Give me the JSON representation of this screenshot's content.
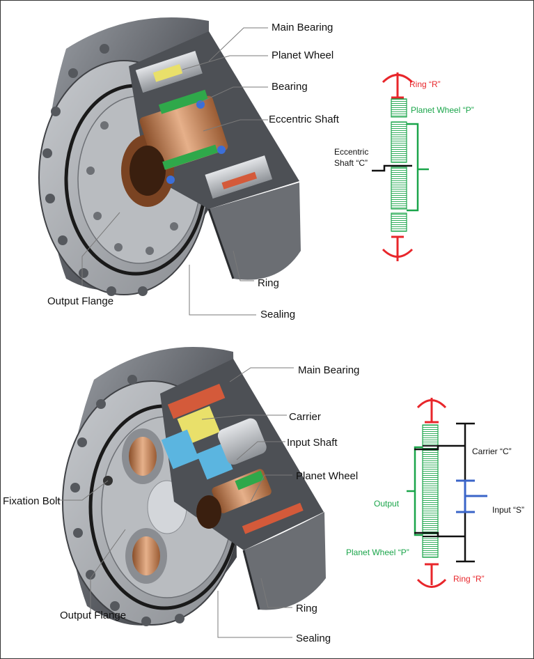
{
  "figure_top": {
    "callouts": [
      {
        "id": "main-bearing",
        "label": "Main Bearing"
      },
      {
        "id": "planet-wheel",
        "label": "Planet Wheel"
      },
      {
        "id": "bearing",
        "label": "Bearing"
      },
      {
        "id": "eccentric-shaft",
        "label": "Eccentric Shaft"
      },
      {
        "id": "ring",
        "label": "Ring"
      },
      {
        "id": "output-flange",
        "label": "Output Flange"
      },
      {
        "id": "sealing",
        "label": "Sealing"
      }
    ],
    "schematic": {
      "ring_label": "Ring “R”",
      "planet_label": "Planet Wheel “P”",
      "eccentric_label_line1": "Eccentric",
      "eccentric_label_line2": "Shaft “C”"
    }
  },
  "figure_bottom": {
    "callouts": [
      {
        "id": "main-bearing",
        "label": "Main Bearing"
      },
      {
        "id": "carrier",
        "label": "Carrier"
      },
      {
        "id": "input-shaft",
        "label": "Input Shaft"
      },
      {
        "id": "planet-wheel",
        "label": "Planet Wheel"
      },
      {
        "id": "fixation-bolt",
        "label": "Fixation Bolt"
      },
      {
        "id": "ring",
        "label": "Ring"
      },
      {
        "id": "output-flange",
        "label": "Output Flange"
      },
      {
        "id": "sealing",
        "label": "Sealing"
      }
    ],
    "schematic": {
      "carrier_label": "Carrier “C”",
      "input_label": "Input “S”",
      "output_label": "Output",
      "planet_label": "Planet Wheel “P”",
      "ring_label": "Ring “R”"
    }
  },
  "colors": {
    "ring_red": "#e8262b",
    "planet_green": "#1aa54a",
    "input_blue": "#3a64c8",
    "line_black": "#111111",
    "housing_gray": "#6d7075",
    "copper": "#c98a5a"
  }
}
